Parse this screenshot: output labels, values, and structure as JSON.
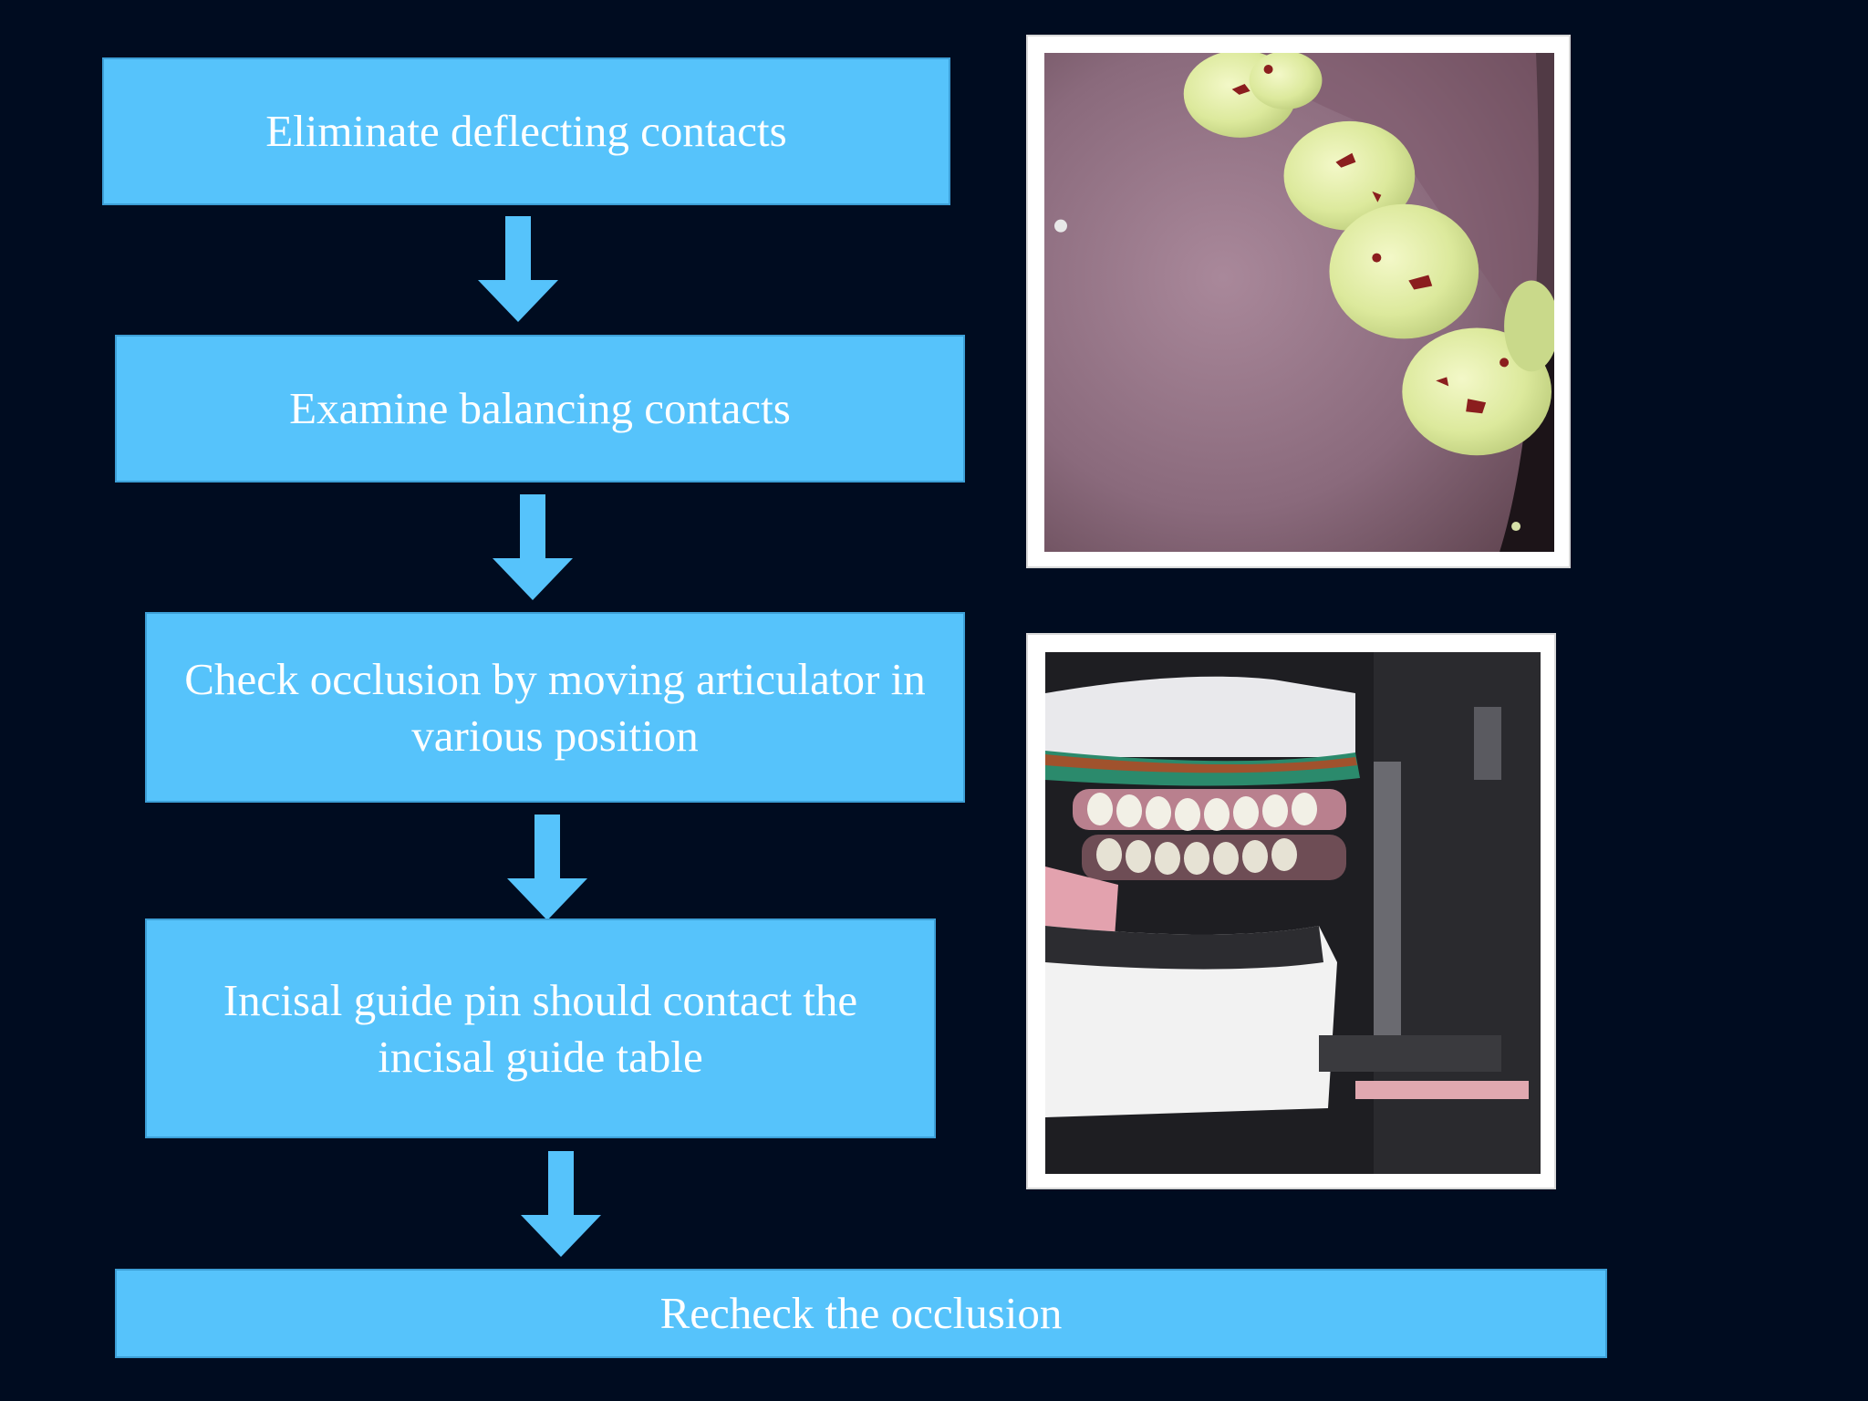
{
  "flowchart": {
    "steps": [
      {
        "label": "Eliminate deflecting contacts"
      },
      {
        "label": "Examine balancing contacts"
      },
      {
        "label": "Check occlusion by moving articulator in various position"
      },
      {
        "label": "Incisal guide pin should contact the incisal guide table"
      },
      {
        "label": "Recheck the occlusion"
      }
    ]
  },
  "photos": [
    {
      "subject": "occlusal-view-teeth-with-marked-contacts"
    },
    {
      "subject": "dentures-mounted-on-articulator"
    }
  ],
  "colors": {
    "background": "#000c20",
    "box_fill": "#56c3fb",
    "box_text": "#ffffff",
    "arrow": "#56c3fb",
    "photo_frame": "#ffffff"
  }
}
